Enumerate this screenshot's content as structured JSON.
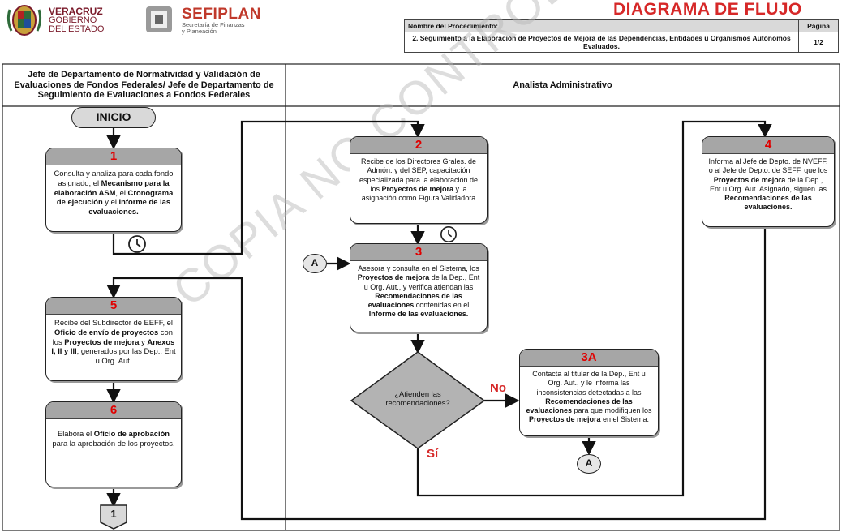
{
  "header": {
    "veracruz_line1": "VERACRUZ",
    "veracruz_line2": "GOBIERNO",
    "veracruz_line3": "DEL ESTADO",
    "sefiplan_name": "SEFIPLAN",
    "sefiplan_sub1": "Secretaría de Finanzas",
    "sefiplan_sub2": "y Planeación",
    "doc_title": "DIAGRAMA DE FLUJO",
    "proc_label": "Nombre del Procedimiento:",
    "page_label": "Página",
    "proc_name": "2. Seguimiento a la Elaboración de Proyectos de Mejora de las Dependencias, Entidades u Organismos Autónomos Evaluados.",
    "page_value": "1/2"
  },
  "lanes": {
    "left": "Jefe de Departamento de Normatividad y Validación de Evaluaciones de Fondos Federales/ Jefe de Departamento de Seguimiento de Evaluaciones a Fondos Federales",
    "right": "Analista Administrativo"
  },
  "watermark": "COPIA NO CONTROLADA",
  "start": "INICIO",
  "steps": {
    "s1": {
      "num": "1"
    },
    "s2": {
      "num": "2"
    },
    "s3": {
      "num": "3"
    },
    "s3a": {
      "num": "3A"
    },
    "s4": {
      "num": "4"
    },
    "s5": {
      "num": "5"
    },
    "s6": {
      "num": "6"
    }
  },
  "decision": {
    "text": "¿Atienden las recomendaciones?",
    "no": "No",
    "yes": "Sí"
  },
  "connectors": {
    "a": "A",
    "page": "1"
  },
  "colors": {
    "step_number": "#e00000",
    "header_fill": "#a6a6a6",
    "title": "#d62828"
  }
}
